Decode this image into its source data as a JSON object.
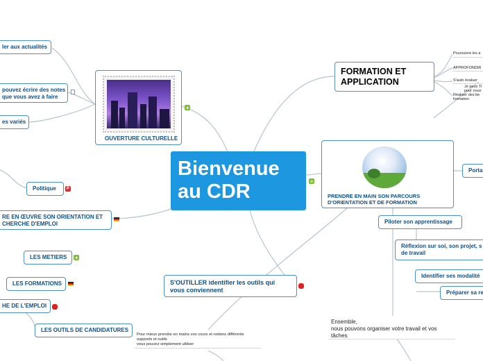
{
  "center": {
    "line1": "Bienvenue",
    "line2": "au CDR"
  },
  "formation": {
    "title_line1": "FORMATION ET",
    "title_line2": "APPLICATION",
    "subitems": [
      "Poursuivre les a",
      "APPROFONDIR",
      "S'auto évaluer",
      "Je peux Tr",
      "pour nous",
      "Réaliser des be",
      "formation"
    ]
  },
  "prendre": {
    "title_line1": "PRENDRE EN MAIN SON PARCOURS",
    "title_line2": "D'ORIENTATION ET DE FORMATION",
    "children": {
      "portail": "Porta",
      "piloter": "Piloter son apprentissage",
      "reflexion_line1": "Réflexion sur soi, son projet, s",
      "reflexion_line2": "de travail",
      "identifier": "Identifier ses modalité",
      "preparer": "Préparer sa re"
    },
    "ensemble_line1": "Ensemble,",
    "ensemble_line2": "nous pouvons organiser votre travail et vos",
    "ensemble_line3": "tâches"
  },
  "ouverture": {
    "label": "OUVERTURE CULTURELLE"
  },
  "left_items": {
    "actualites": "ler aux actualités",
    "notes_line1": "pouvez écrire des notes",
    "notes_line2": "que vous avez à faire",
    "varies": "es variés",
    "politique": "Politique",
    "oeuvre_line1": "RE EN ŒUVRE SON ORIENTATION ET",
    "oeuvre_line2": "CHERCHE D'EMPLOI",
    "metiers": "LES METIERS",
    "formations": "LES FORMATIONS",
    "emploi": "HE DE L'EMPLOI",
    "outils_cand": "LES OUTILS DE CANDIDATURES"
  },
  "outiller": {
    "title_line1": "S'OUTILLER identifier les outils qui",
    "title_line2": "vous conviennent",
    "note_line1": "Pour mieux prendre en mains vos cours et notions différents",
    "note_line2": "supports et outils",
    "note_line3": "vous pouvez simplement utiliser"
  },
  "colors": {
    "center": "#1d98e0",
    "node_border": "#4a90c8",
    "node_text": "#0c4f8a",
    "connector": "#b8c4d0"
  }
}
